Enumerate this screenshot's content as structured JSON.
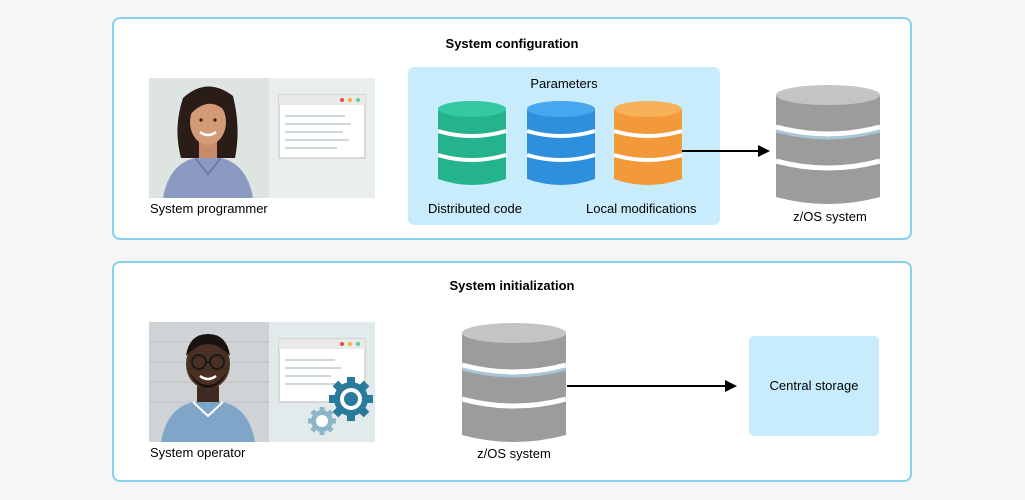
{
  "config": {
    "title": "System configuration",
    "programmer_label": "System programmer",
    "parameters_label": "Parameters",
    "distributed_label": "Distributed code",
    "local_label": "Local modifications",
    "zos_label": "z/OS system"
  },
  "init": {
    "title": "System initialization",
    "operator_label": "System operator",
    "zos_label": "z/OS system",
    "storage_label": "Central storage"
  },
  "colors": {
    "panel_border": "#86d2ee",
    "box_fill": "#c8ecfc",
    "db_green": "#24b38c",
    "db_blue": "#2e8fdc",
    "db_orange": "#f2993a",
    "db_gray": "#9c9c9c",
    "gear": "#2a7a9c"
  },
  "icons": [
    "woman-photo",
    "man-photo",
    "browser-window-icon",
    "gear-icon",
    "database-icon",
    "arrow-icon"
  ]
}
